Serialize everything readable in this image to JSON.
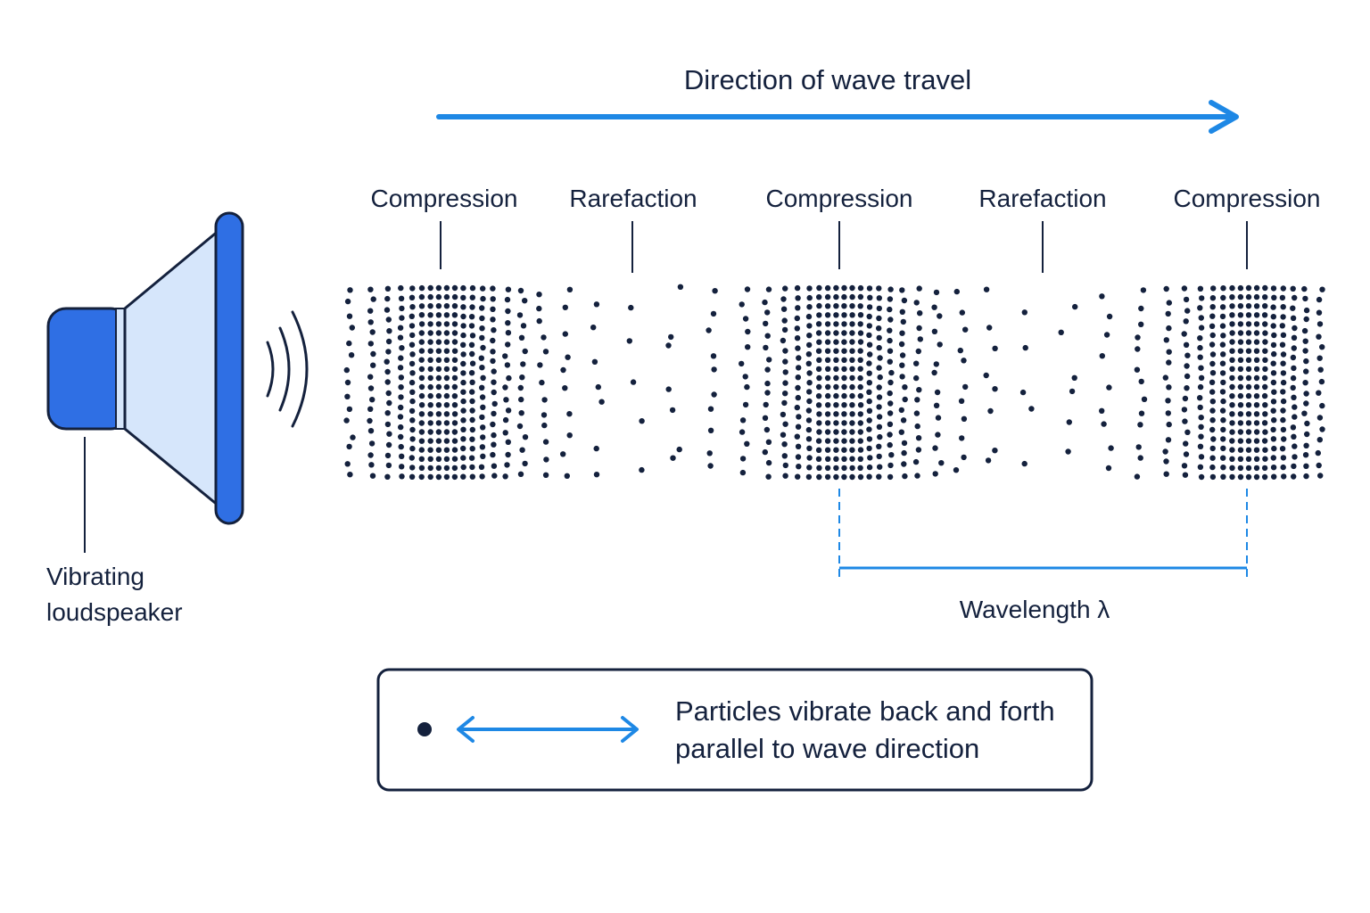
{
  "colors": {
    "accent": "#1e88e5",
    "speaker_blue": "#2f6fe4",
    "speaker_light": "#d6e6fb",
    "ink": "#14213d"
  },
  "direction": {
    "label": "Direction of wave travel"
  },
  "regions": [
    {
      "label": "Compression",
      "type": "compression"
    },
    {
      "label": "Rarefaction",
      "type": "rarefaction"
    },
    {
      "label": "Compression",
      "type": "compression"
    },
    {
      "label": "Rarefaction",
      "type": "rarefaction"
    },
    {
      "label": "Compression",
      "type": "compression"
    }
  ],
  "speaker": {
    "label_line1": "Vibrating",
    "label_line2": "loudspeaker",
    "icon": "loudspeaker-icon"
  },
  "wavelength": {
    "label": "Wavelength λ"
  },
  "legend": {
    "line1": "Particles vibrate back and forth",
    "line2": "parallel to wave direction",
    "icon": "double-arrow-icon"
  }
}
